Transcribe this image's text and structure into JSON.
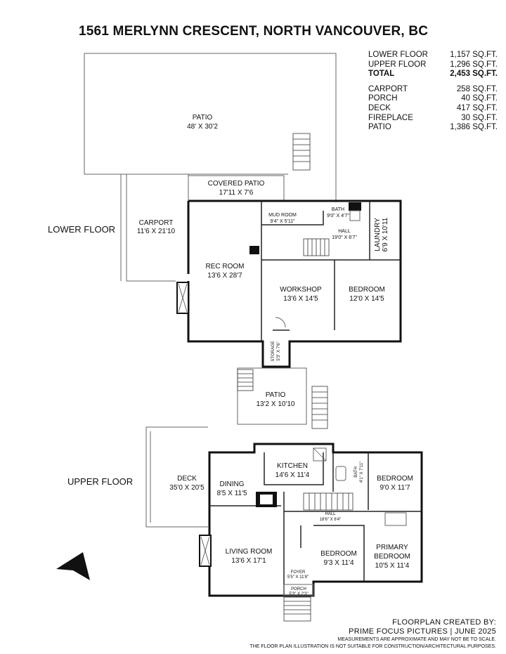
{
  "header": {
    "title": "1561 MERLYNN CRESCENT, NORTH VANCOUVER, BC"
  },
  "area_summary": [
    {
      "label": "LOWER FLOOR",
      "value": "1,157 SQ.FT.",
      "bold": false
    },
    {
      "label": "UPPER FLOOR",
      "value": "1,296 SQ.FT.",
      "bold": false
    },
    {
      "label": "TOTAL",
      "value": "2,453 SQ.FT.",
      "bold": true
    },
    {
      "label": "CARPORT",
      "value": "258 SQ.FT.",
      "bold": false
    },
    {
      "label": "PORCH",
      "value": "40 SQ.FT.",
      "bold": false
    },
    {
      "label": "DECK",
      "value": "417 SQ.FT.",
      "bold": false
    },
    {
      "label": "FIREPLACE",
      "value": "30 SQ.FT.",
      "bold": false
    },
    {
      "label": "PATIO",
      "value": "1,386 SQ.FT.",
      "bold": false
    }
  ],
  "floors": {
    "lower": "LOWER FLOOR",
    "upper": "UPPER FLOOR"
  },
  "rooms": {
    "patio_big": {
      "name": "PATIO",
      "dims": "48' X 30'2"
    },
    "covered_patio": {
      "name": "COVERED PATIO",
      "dims": "17'11 X 7'6"
    },
    "carport": {
      "name": "CARPORT",
      "dims": "11'6 X 21'10"
    },
    "mud_room": {
      "name": "MUD ROOM",
      "dims": "9'4\" X 5'11\""
    },
    "bath_lower": {
      "name": "BATH",
      "dims": "9'0\" X 4'7\""
    },
    "hall_lower": {
      "name": "HALL",
      "dims": "19'0\" X 6'7\""
    },
    "laundry": {
      "name": "LAUNDRY",
      "dims": "6'9 X 10'11"
    },
    "rec_room": {
      "name": "REC ROOM",
      "dims": "13'6 X 28'7"
    },
    "workshop": {
      "name": "WORKSHOP",
      "dims": "13'6 X 14'5"
    },
    "bedroom_lower": {
      "name": "BEDROOM",
      "dims": "12'0 X 14'5"
    },
    "storage": {
      "name": "STORAGE",
      "dims": "5'3\" X 7'6\""
    },
    "patio_small": {
      "name": "PATIO",
      "dims": "13'2 X 10'10"
    },
    "kitchen": {
      "name": "KITCHEN",
      "dims": "14'6 X 11'4"
    },
    "bath_upper": {
      "name": "BATH",
      "dims": "4'1\" X 7'11\""
    },
    "bedroom_upper1": {
      "name": "BEDROOM",
      "dims": "9'0 X 11'7"
    },
    "deck": {
      "name": "DECK",
      "dims": "35'0 X 20'5"
    },
    "dining": {
      "name": "DINING",
      "dims": "8'5 X 11'5"
    },
    "hall_upper": {
      "name": "HALL",
      "dims": "18'6\" X 6'4\""
    },
    "living_room": {
      "name": "LIVING ROOM",
      "dims": "13'6 X 17'1"
    },
    "bedroom_upper2": {
      "name": "BEDROOM",
      "dims": "9'3 X 11'4"
    },
    "primary_bedroom": {
      "name": "PRIMARY BEDROOM",
      "name_l1": "PRIMARY",
      "name_l2": "BEDROOM",
      "dims": "10'5 X 11'4"
    },
    "foyer": {
      "name": "FOYER",
      "dims": "5'5\" X 11'8\""
    },
    "porch": {
      "name": "PORCH",
      "dims": "5'3\" X 2'3\""
    }
  },
  "credits": {
    "line1": "FLOORPLAN CREATED BY:",
    "line2": "PRIME FOCUS PICTURES | JUNE 2025",
    "line3": "MEASUREMENTS ARE APPROXIMATE AND MAY NOT BE TO SCALE.",
    "line4": "THE FLOOR PLAN ILLUSTRATION IS NOT SUITABLE FOR CONSTRUCTION/ARCHITECTURAL PURPOSES."
  },
  "icons": {
    "north_arrow": "north-arrow-icon"
  }
}
